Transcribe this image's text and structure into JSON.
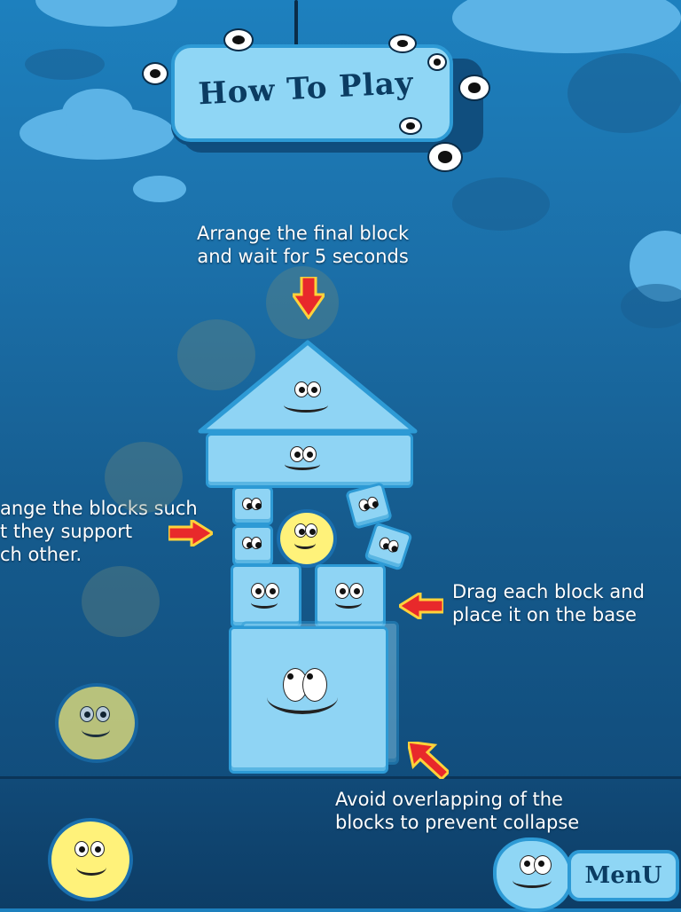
{
  "title": "How To Play",
  "instructions": {
    "final_block": "Arrange the final block\nand wait for 5 seconds",
    "support": "ange the blocks such\nt they support\nch other.",
    "drag": "Drag each block and\nplace it on the base",
    "overlap": "Avoid overlapping of the\nblocks to prevent collapse"
  },
  "menu_label": "MenU",
  "icons": {
    "arrow": "red-arrow-icon",
    "face": "smiley-face-icon"
  },
  "colors": {
    "background": "#1b6fa8",
    "block_fill": "#8fd4f4",
    "block_border": "#2d9ad5",
    "ball_fill": "#fff27a",
    "arrow": "#e8292b"
  }
}
